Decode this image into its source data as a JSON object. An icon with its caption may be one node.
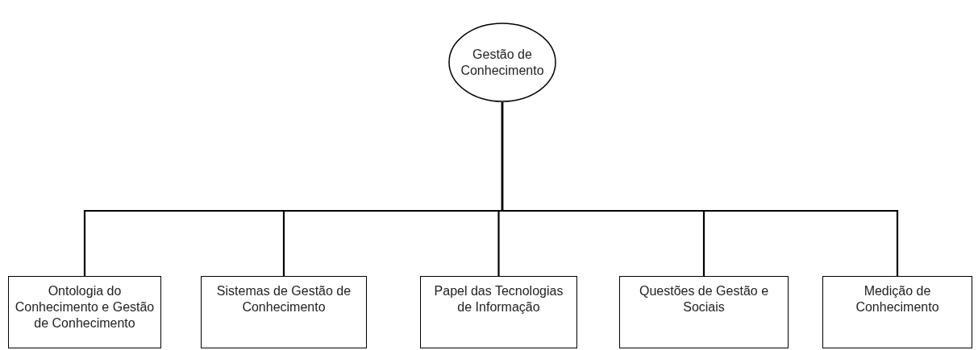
{
  "diagram": {
    "nodes": [
      {
        "text": [
          "Gestão de Conhecimento"
        ]
      },
      {
        "text": [
          "Ontologia do Conhecimento e Gestão de Conhecimento"
        ]
      },
      {
        "text": [
          "Sistemas de Gestão de Conhecimento"
        ]
      },
      {
        "text": [
          "Papel das Tecnologias de Informação"
        ]
      },
      {
        "text": [
          "Questões de Gestão e Sociais"
        ]
      },
      {
        "text": [
          "Medição de Conhecimento"
        ]
      }
    ],
    "edges": [
      {
        "from": 0,
        "to": 1,
        "arrow": "none"
      },
      {
        "from": 0,
        "to": 2,
        "arrow": "none"
      },
      {
        "from": 0,
        "to": 3,
        "arrow": "none"
      },
      {
        "from": 0,
        "to": 4,
        "arrow": "none"
      },
      {
        "from": 0,
        "to": 5,
        "arrow": "none"
      }
    ]
  }
}
